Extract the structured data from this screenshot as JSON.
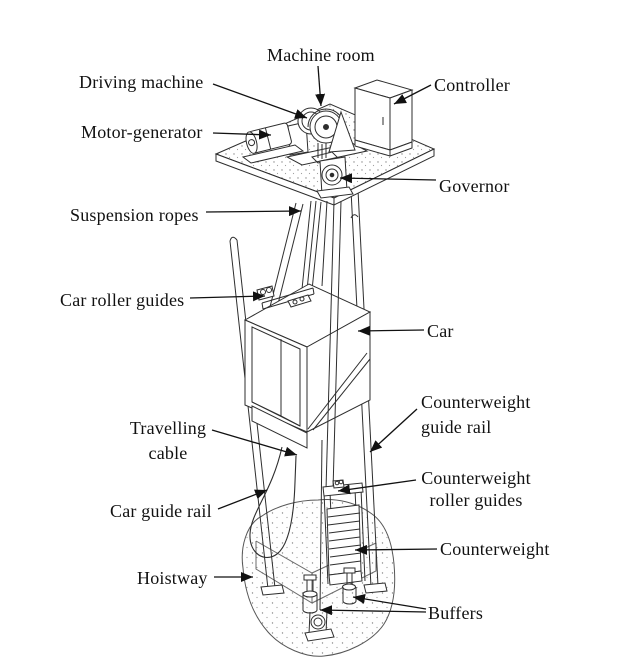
{
  "figure": {
    "description": "Labeled isometric diagram of a traction elevator installation",
    "colors": {
      "ink": "#2e2e2e",
      "leader": "#111111",
      "paper": "#ffffff",
      "stipple": "#8a8a8a"
    }
  },
  "labels": {
    "machine_room": "Machine room",
    "driving_machine": "Driving machine",
    "controller": "Controller",
    "motor_generator": "Motor-generator",
    "governor": "Governor",
    "suspension_ropes": "Suspension ropes",
    "car_roller_guides": "Car roller guides",
    "car": "Car",
    "counterweight_guide_rail": {
      "line1": "Counterweight",
      "line2": "guide rail"
    },
    "travelling_cable": {
      "line1": "Travelling",
      "line2": "cable"
    },
    "counterweight_roller_guides": {
      "line1": "Counterweight",
      "line2": "roller guides"
    },
    "car_guide_rail": "Car guide rail",
    "counterweight": "Counterweight",
    "hoistway": "Hoistway",
    "buffers": "Buffers"
  }
}
